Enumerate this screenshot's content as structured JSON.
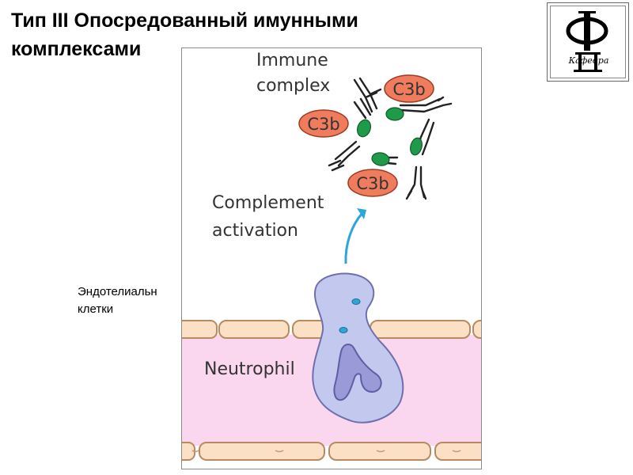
{
  "slide": {
    "title": "Тип III  Опосредованный имунными комплексами",
    "side_label": "Эндотелиальн\nклетки"
  },
  "figure": {
    "labels": {
      "immune_complex_line1": "Immune",
      "immune_complex_line2": "complex",
      "complement_line1": "Complement",
      "complement_line2": "activation",
      "neutrophil": "Neutrophil"
    },
    "c3b_labels": [
      "C3b",
      "C3b",
      "C3b"
    ],
    "colors": {
      "c3b_fill": "#f07c5e",
      "antigen_fill": "#1f9a4a",
      "neutrophil_fill": "#c3c8ee",
      "nucleus_fill": "#9a9ad8",
      "vessel_fill": "#fad7ee",
      "endothelial_fill": "#fce0c6",
      "arrow": "#2ba6d9"
    }
  },
  "logo": {
    "caption": "Кафедра",
    "icon": "department-monogram-icon"
  }
}
